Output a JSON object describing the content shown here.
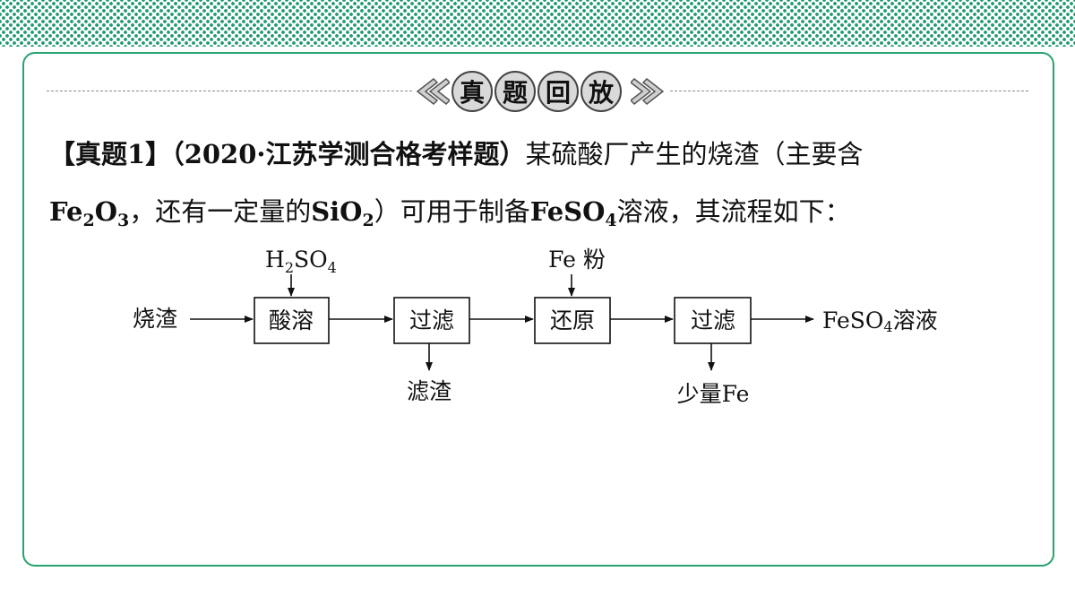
{
  "banner": {
    "chars": [
      "真",
      "题",
      "回",
      "放"
    ]
  },
  "question": {
    "tag": "【真题1】",
    "source": "（2020·江苏学测合格考样题）",
    "line1_rest": "某硫酸厂产生的烧渣（主要含",
    "l2_fe": "Fe",
    "l2_sub2": "2",
    "l2_o": "O",
    "l2_sub3": "3",
    "l2_mid1": "，还有一定量的",
    "l2_si": "SiO",
    "l2_sub_si": "2",
    "l2_mid2": "）可用于制备",
    "l2_feso": "FeSO",
    "l2_sub4": "4",
    "l2_end": "溶液，其流程如下："
  },
  "flow": {
    "input": "烧渣",
    "reagent1_h": "H",
    "reagent1_sub2": "2",
    "reagent1_so": "SO",
    "reagent1_sub4": "4",
    "reagent2": "Fe 粉",
    "steps": [
      "酸溶",
      "过滤",
      "还原",
      "过滤"
    ],
    "byproduct1": "滤渣",
    "byproduct2": "少量Fe",
    "output_feso": "FeSO",
    "output_sub": "4",
    "output_rest": "溶液"
  }
}
